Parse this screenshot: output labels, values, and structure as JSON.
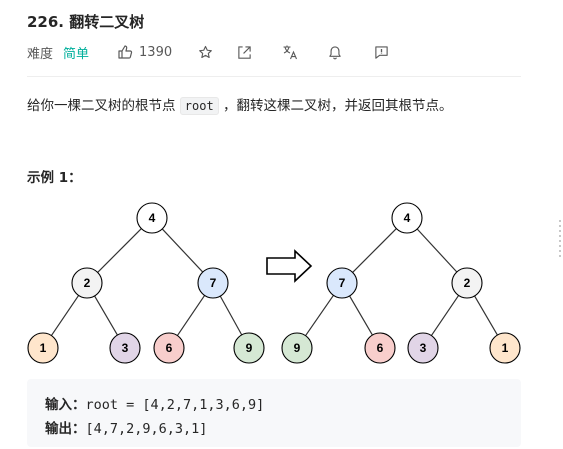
{
  "problem": {
    "title": "226. 翻转二叉树",
    "difficulty_label": "难度",
    "difficulty": "简单",
    "likes": "1390",
    "icons": [
      "thumbs-up-icon",
      "star-icon",
      "share-icon",
      "translate-icon",
      "bell-icon",
      "feedback-icon"
    ]
  },
  "description": {
    "before": "给你一棵二叉树的根节点",
    "code": "root",
    "after": "，翻转这棵二叉树，并返回其根节点。"
  },
  "example": {
    "title": "示例 1：",
    "input_label": "输入：",
    "input_value": "root = [4,2,7,1,3,6,9]",
    "output_label": "输出：",
    "output_value": "[4,7,2,9,6,3,1]"
  },
  "trees": {
    "left": [
      {
        "label": "4",
        "color": "#ffffff"
      },
      {
        "label": "2",
        "color": "#f3f3f3"
      },
      {
        "label": "7",
        "color": "#dae8fc"
      },
      {
        "label": "1",
        "color": "#ffe6cc"
      },
      {
        "label": "3",
        "color": "#e1d5e7"
      },
      {
        "label": "6",
        "color": "#f8cecc"
      },
      {
        "label": "9",
        "color": "#d5e8d4"
      }
    ],
    "right": [
      {
        "label": "4",
        "color": "#ffffff"
      },
      {
        "label": "7",
        "color": "#dae8fc"
      },
      {
        "label": "2",
        "color": "#f3f3f3"
      },
      {
        "label": "9",
        "color": "#d5e8d4"
      },
      {
        "label": "6",
        "color": "#f8cecc"
      },
      {
        "label": "3",
        "color": "#e1d5e7"
      },
      {
        "label": "1",
        "color": "#ffe6cc"
      }
    ]
  }
}
